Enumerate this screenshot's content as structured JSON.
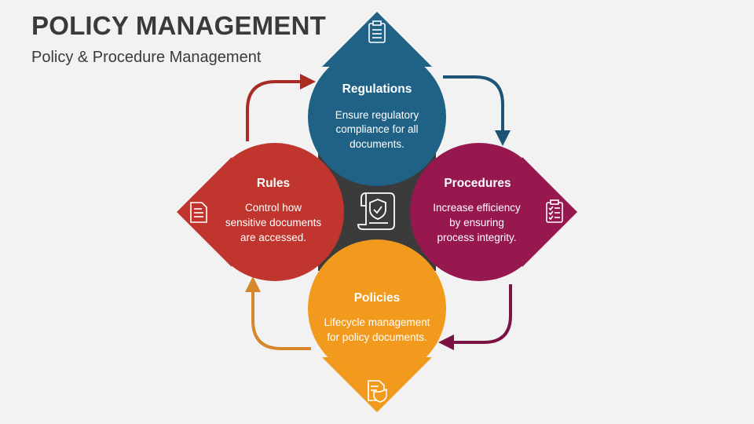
{
  "title": "POLICY MANAGEMENT",
  "subtitle": "Policy & Procedure Management",
  "colors": {
    "regulations": "#1f6286",
    "procedures": "#97174f",
    "policies": "#f29a1d",
    "rules": "#c0352e",
    "center": "#3b3b3b",
    "arrow_top_left": "#a62c25",
    "arrow_top_right": "#1d5475",
    "arrow_bottom_right": "#7a1343",
    "arrow_bottom_left": "#d8862a"
  },
  "nodes": {
    "regulations": {
      "title": "Regulations",
      "lines": [
        "Ensure regulatory",
        "compliance for all",
        "documents."
      ],
      "icon": "clipboard-list-icon"
    },
    "procedures": {
      "title": "Procedures",
      "lines": [
        "Increase efficiency",
        "by ensuring",
        "process integrity."
      ],
      "icon": "clipboard-checklist-icon"
    },
    "policies": {
      "title": "Policies",
      "lines": [
        "Lifecycle management",
        "for policy documents."
      ],
      "icon": "document-shield-icon"
    },
    "rules": {
      "title": "Rules",
      "lines": [
        "Control how",
        "sensitive documents",
        "are accessed."
      ],
      "icon": "document-text-icon"
    }
  },
  "center_icon": "policy-scroll-shield-icon"
}
